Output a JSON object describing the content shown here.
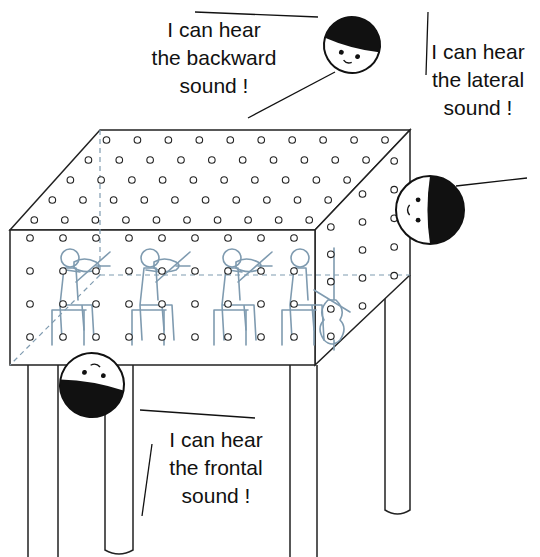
{
  "diagram": {
    "labels": [
      "I can hear the backward sound !",
      "I can hear the lateral sound !",
      "I can hear the frontal sound !"
    ]
  }
}
